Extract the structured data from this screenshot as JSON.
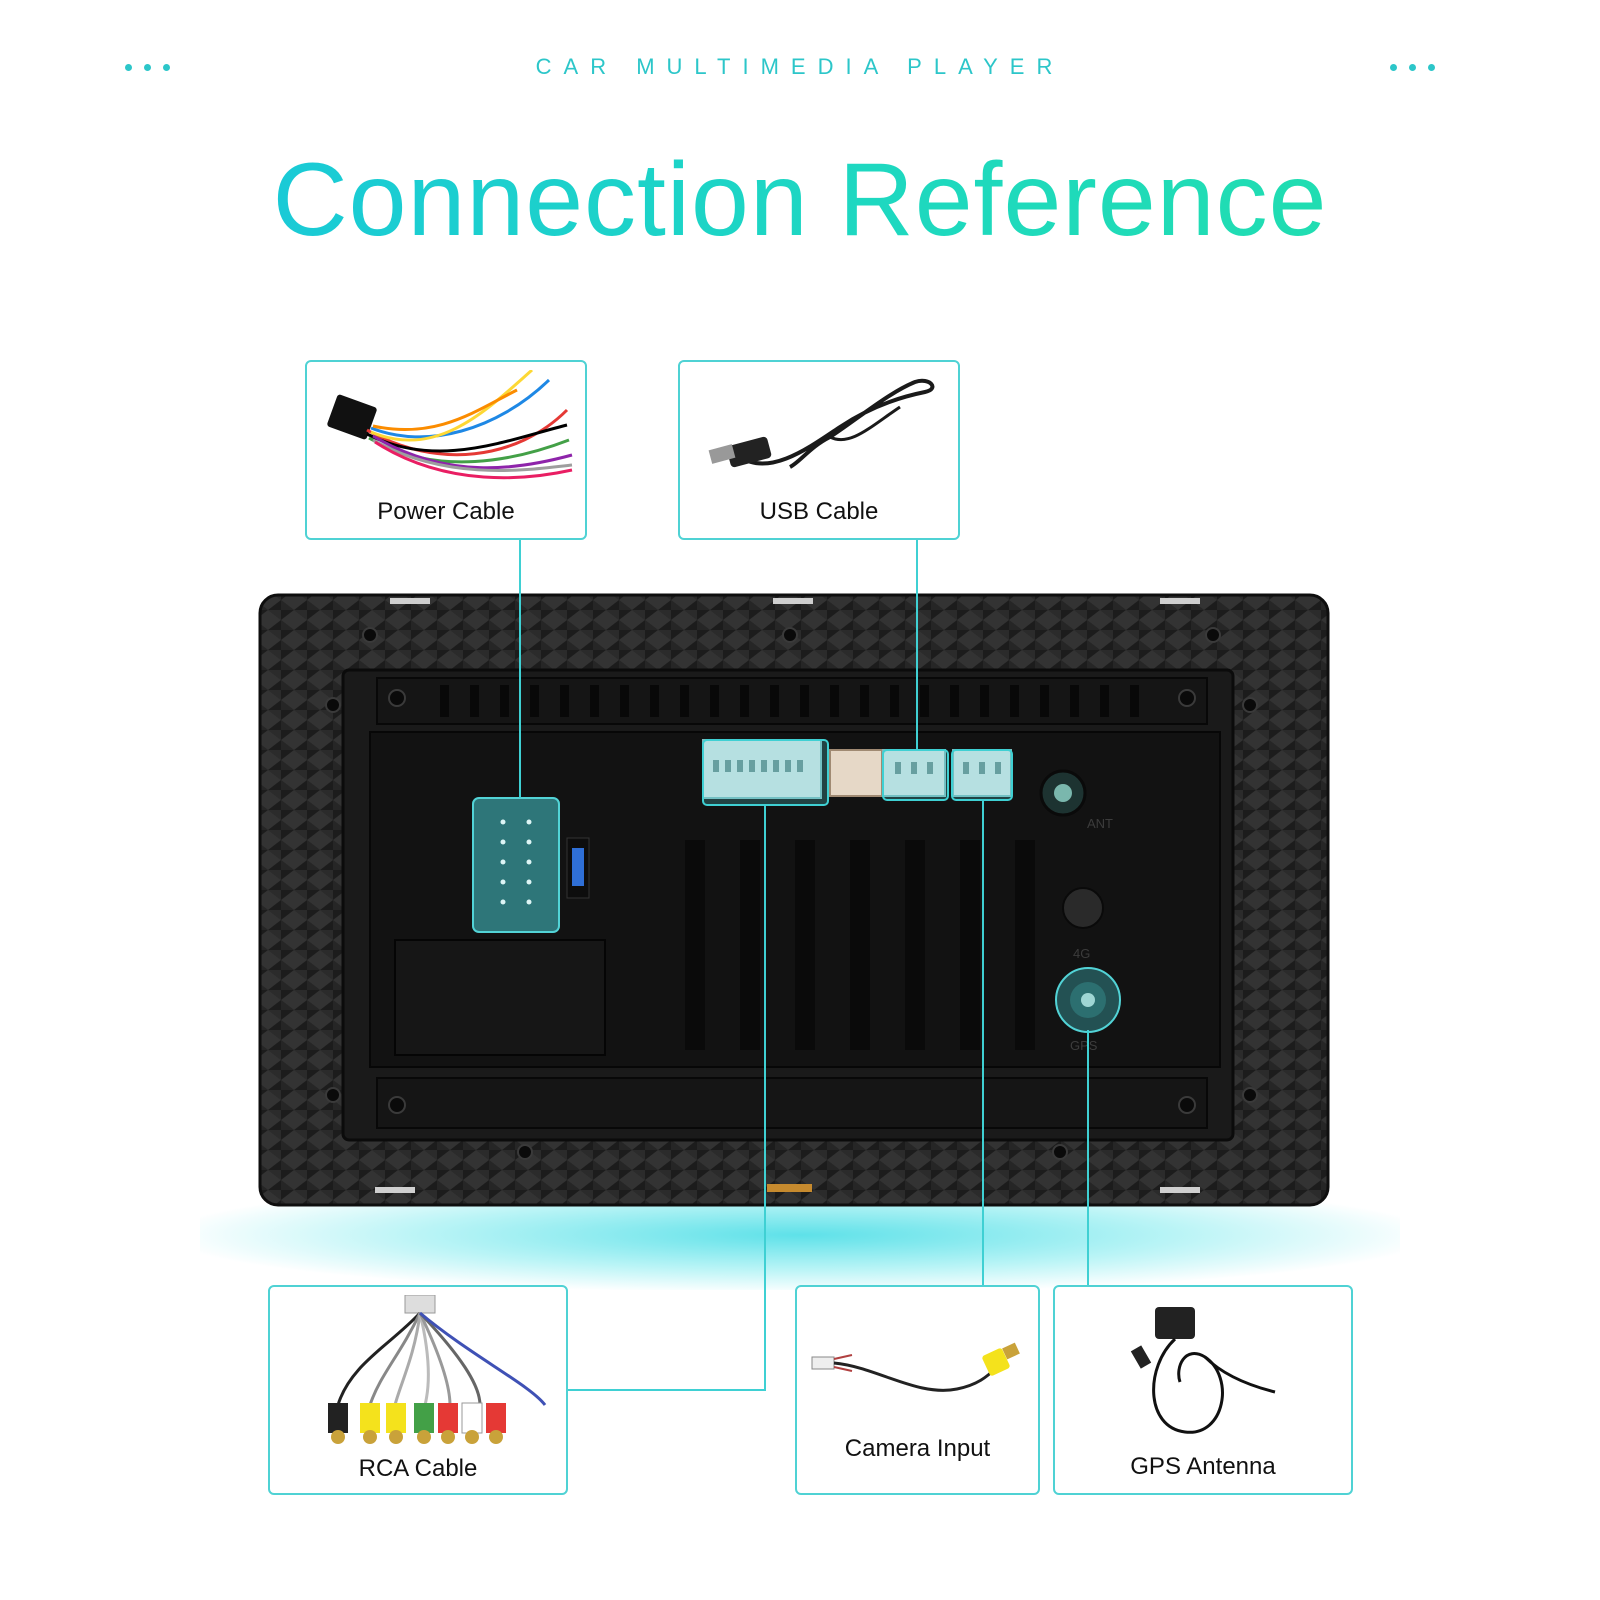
{
  "header": {
    "subtitle": "CAR MULTIMEDIA PLAYER",
    "title": "Connection Reference"
  },
  "colors": {
    "accent": "#2cc6c9",
    "title_gradient_start": "#18c4e0",
    "title_gradient_end": "#22e0a8",
    "card_border": "#4fd2d4",
    "panel": "#1e1e1e"
  },
  "accessories": {
    "power_cable": {
      "label": "Power Cable",
      "icon": "power-harness-icon"
    },
    "usb_cable": {
      "label": "USB Cable",
      "icon": "usb-cable-icon"
    },
    "rca_cable": {
      "label": "RCA Cable",
      "icon": "rca-harness-icon"
    },
    "camera_input": {
      "label": "Camera Input",
      "icon": "camera-cable-icon"
    },
    "gps_antenna": {
      "label": "GPS Antenna",
      "icon": "gps-antenna-icon"
    }
  },
  "panel_markings": {
    "ant": "ANT",
    "four_g": "4G",
    "gps": "GPS"
  }
}
